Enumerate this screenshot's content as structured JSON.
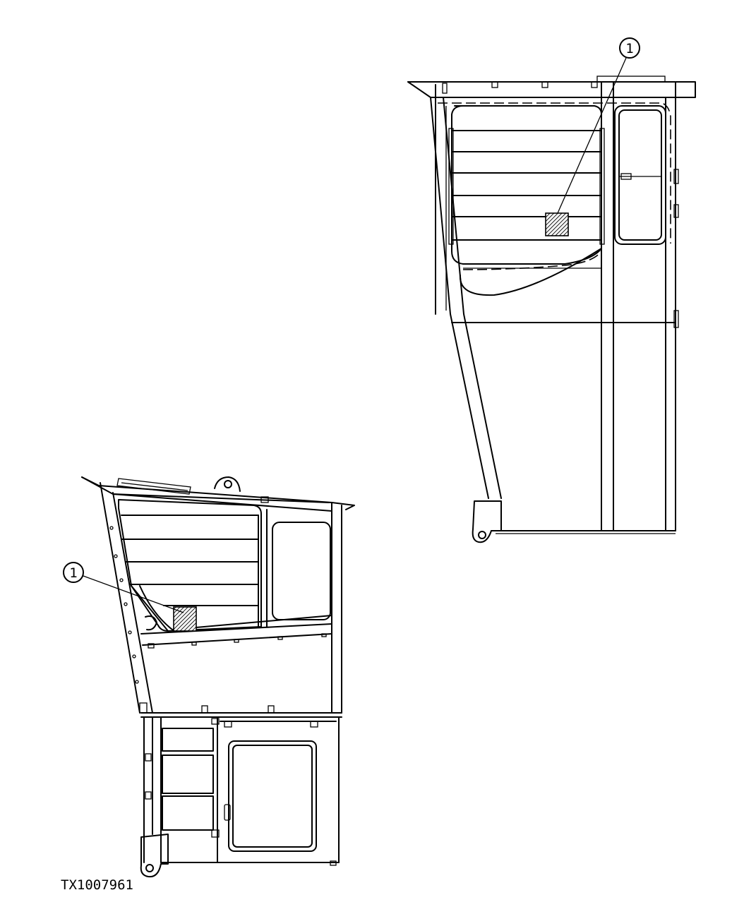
{
  "figure": {
    "drawing_id": "TX1007961",
    "callouts": [
      {
        "id": "callout-rear-view",
        "label": "1"
      },
      {
        "id": "callout-side-view",
        "label": "1"
      }
    ],
    "views": [
      "cab-rear-view",
      "cab-side-view"
    ],
    "colors": {
      "line": "#000000",
      "background": "#ffffff"
    }
  }
}
